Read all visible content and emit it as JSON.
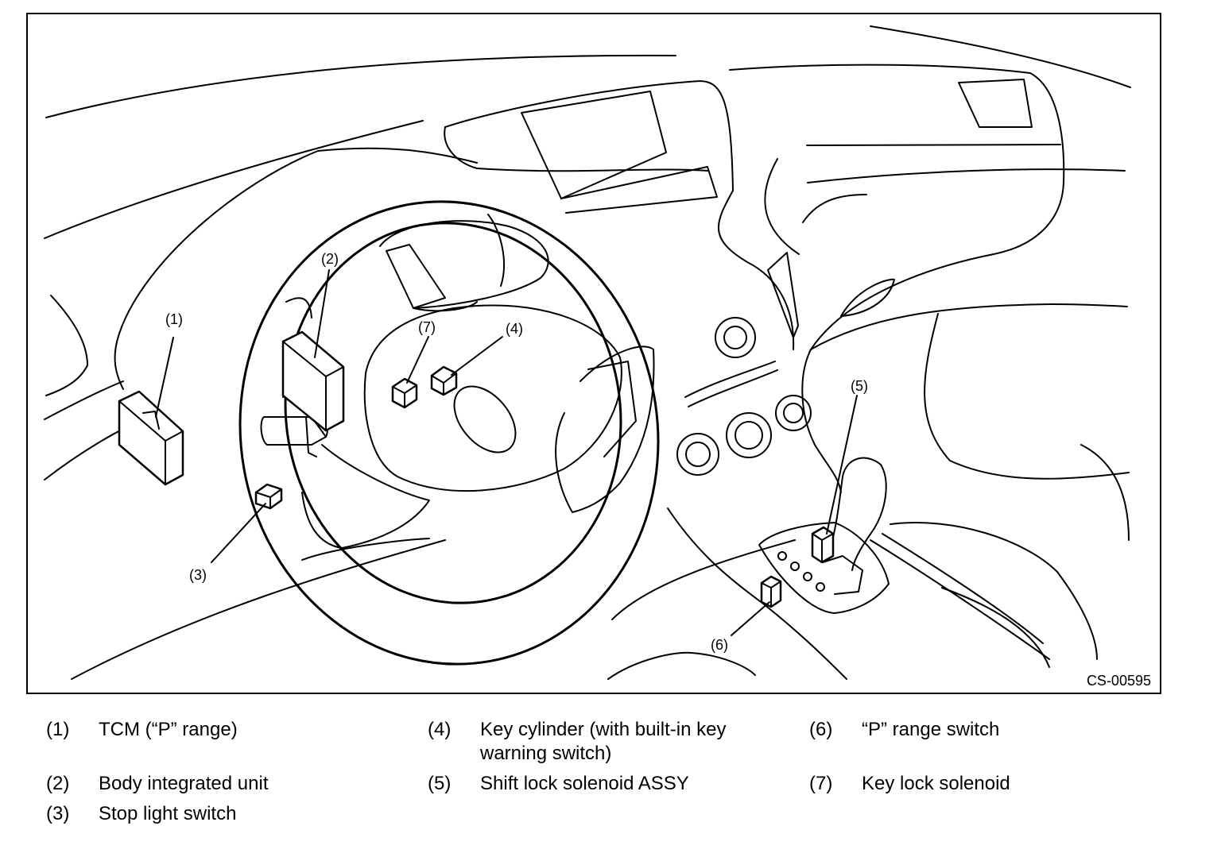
{
  "figure": {
    "code": "CS-00595",
    "callouts": [
      "(1)",
      "(2)",
      "(3)",
      "(4)",
      "(5)",
      "(6)",
      "(7)"
    ]
  },
  "legend": [
    {
      "num": "(1)",
      "text": "TCM (“P” range)"
    },
    {
      "num": "(2)",
      "text": "Body integrated unit"
    },
    {
      "num": "(3)",
      "text": "Stop light switch"
    },
    {
      "num": "(4)",
      "text": "Key cylinder (with built-in key",
      "text2": "warning switch)"
    },
    {
      "num": "(5)",
      "text": "Shift lock solenoid ASSY"
    },
    {
      "num": "(6)",
      "text": "“P” range switch"
    },
    {
      "num": "(7)",
      "text": "Key lock solenoid"
    }
  ]
}
